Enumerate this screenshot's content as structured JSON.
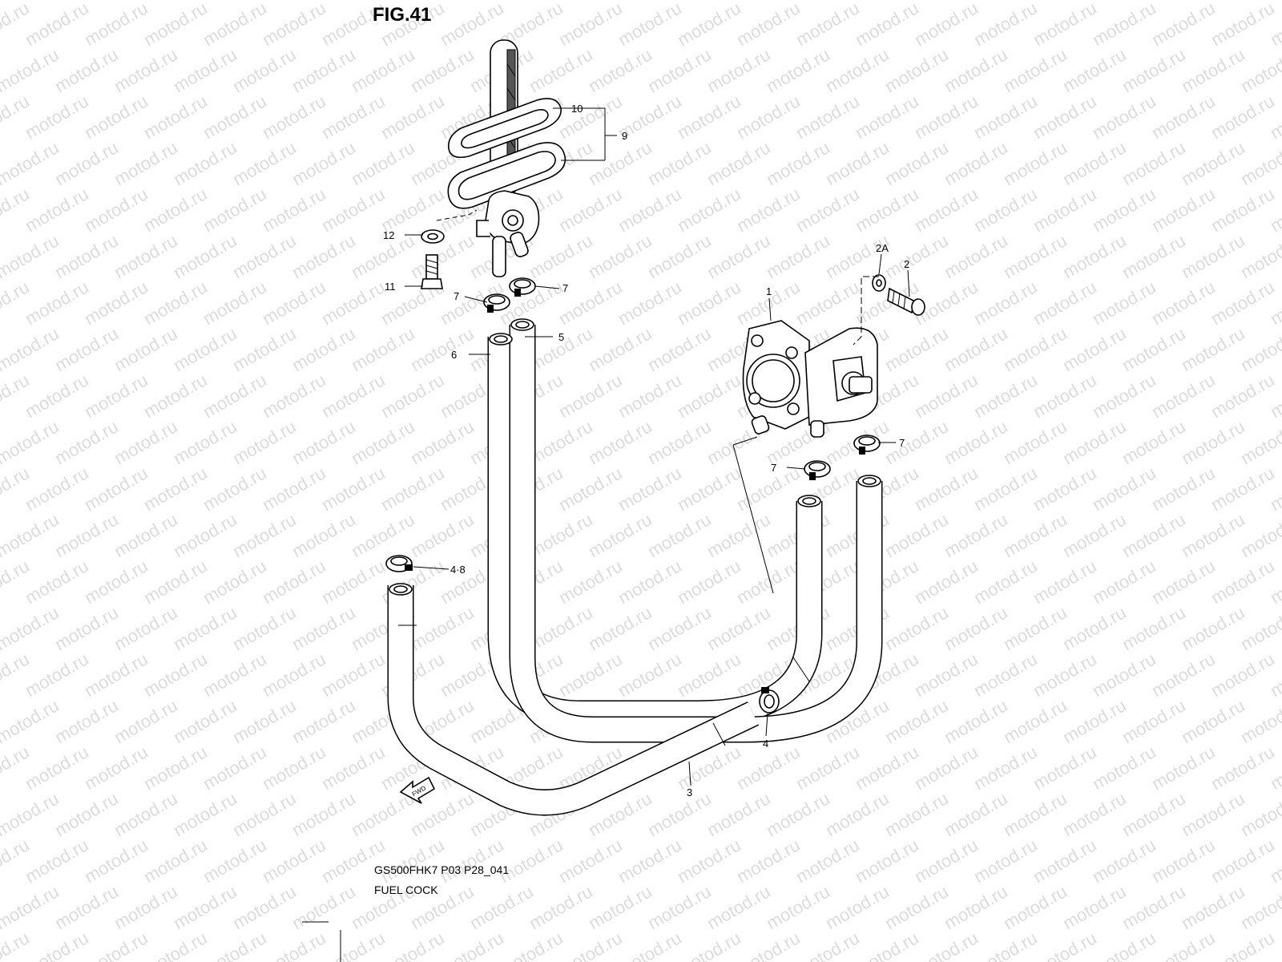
{
  "figure": {
    "title": "FIG.41",
    "model_code": "GS500FHK7 P03 P28_041",
    "caption": "FUEL COCK",
    "watermark": "motod.ru"
  },
  "callouts": {
    "c1": "1",
    "c2": "2",
    "c2a": "2A",
    "c3": "3",
    "c4": "4",
    "c48": "4·8",
    "c5": "5",
    "c6": "6",
    "c7a": "7",
    "c7b": "7",
    "c7c": "7",
    "c7d": "7",
    "c9": "9",
    "c10": "10",
    "c11": "11",
    "c12": "12"
  },
  "arrow": {
    "label": "FWD"
  }
}
